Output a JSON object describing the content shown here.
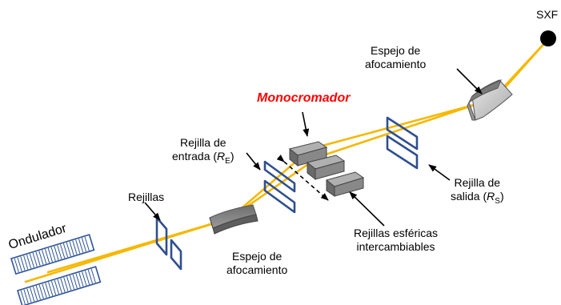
{
  "colors": {
    "beam": "#f5b800",
    "optic_blue": "#2f4f8f",
    "mirror_gray": "#8c8c8c",
    "title_red": "#ff0000"
  },
  "labels": {
    "sxf": "SXF",
    "espejo_top_1": "Espejo de",
    "espejo_top_2": "afocamiento",
    "monocromador": "Monocromador",
    "rejilla_entrada_1": "Rejilla de",
    "rejilla_entrada_2a": "entrada (",
    "rejilla_entrada_r": "R",
    "rejilla_entrada_sub": "E",
    "rejilla_entrada_2b": ")",
    "rejillas": "Rejillas",
    "ondulador": "Ondulador",
    "espejo_bot_1": "Espejo de",
    "espejo_bot_2": "afocamiento",
    "rejillas_esf_1": "Rejillas esféricas",
    "rejillas_esf_2": "intercambiables",
    "rejilla_salida_1": "Rejilla de",
    "rejilla_salida_2a": "salida (",
    "rejilla_salida_r": "R",
    "rejilla_salida_sub": "S",
    "rejilla_salida_2b": ")"
  }
}
